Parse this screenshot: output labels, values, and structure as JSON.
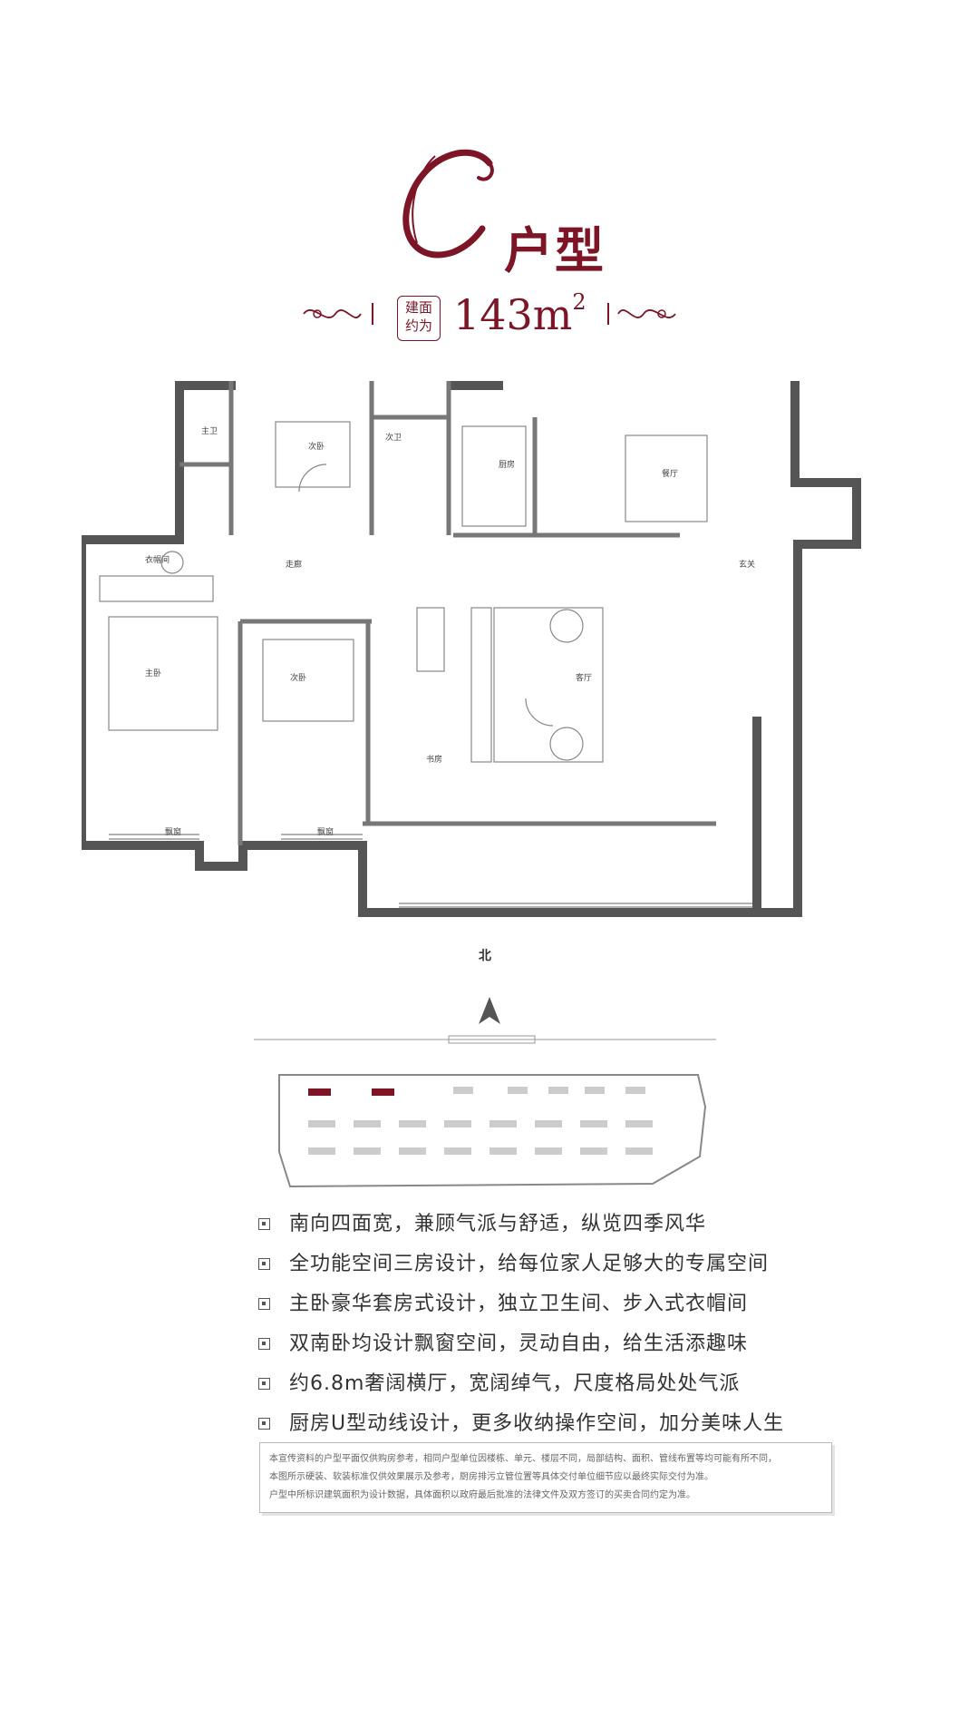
{
  "header": {
    "letter": "C",
    "type_label": "户型",
    "area_label_line1": "建面",
    "area_label_line2": "约为",
    "area_value": "143m",
    "area_unit_sup": "2",
    "accent_color": "#7d1526"
  },
  "rooms": {
    "master_bath": "主卫",
    "second_bed_top": "次卧",
    "second_bath": "次卫",
    "kitchen": "厨房",
    "dining": "餐厅",
    "cloakroom": "衣帽间",
    "corridor": "走廊",
    "entrance": "玄关",
    "master_bed": "主卧",
    "second_bed_bottom": "次卧",
    "study": "书房",
    "living": "客厅",
    "bay_window_left": "飘窗",
    "bay_window_right": "飘窗"
  },
  "north_label": "北",
  "features": [
    "南向四面宽，兼顾气派与舒适，纵览四季风华",
    "全功能空间三房设计，给每位家人足够大的专属空间",
    "主卧豪华套房式设计，独立卫生间、步入式衣帽间",
    "双南卧均设计飘窗空间，灵动自由，给生活添趣味",
    "约6.8m奢阔横厅，宽阔绰气，尺度格局处处气派",
    "厨房U型动线设计，更多收纳操作空间，加分美味人生"
  ],
  "disclaimer": [
    "本宣传资料的户型平面仅供购房参考，相同户型单位因楼栋、单元、楼层不同，局部结构、面积、管线布置等均可能有所不同，",
    "本图所示硬装、软装标准仅供效果展示及参考，厨房排污立管位置等具体交付单位细节应以最终实际交付为准。",
    "户型中所标识建筑面积为设计数据，具体面积以政府最后批准的法律文件及双方签订的买卖合同约定为准。"
  ]
}
